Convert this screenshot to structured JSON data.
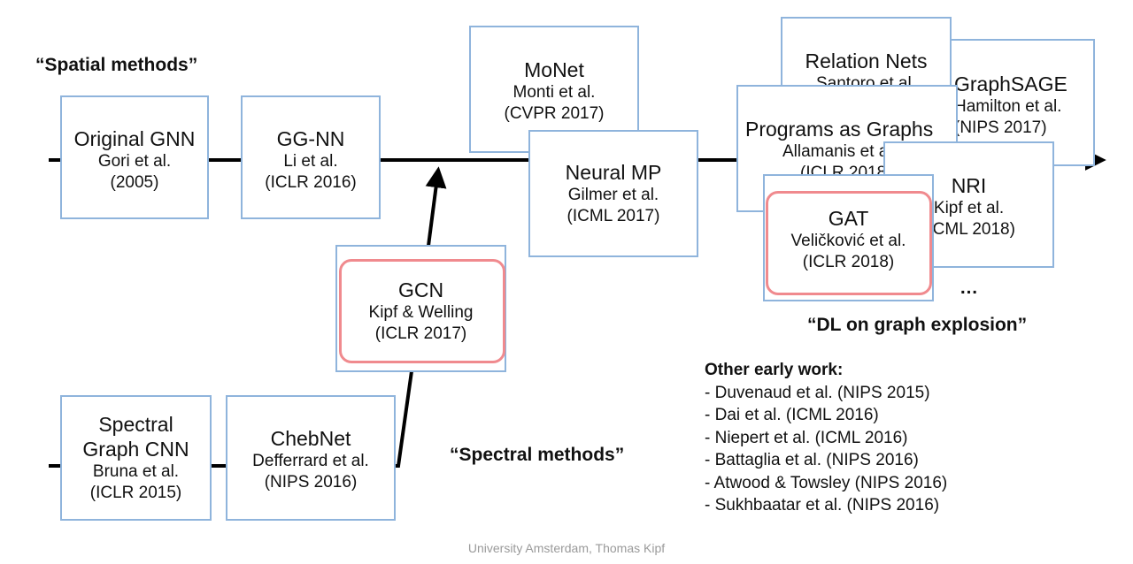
{
  "labels": {
    "spatial": "“Spatial methods”",
    "spectral": "“Spectral methods”",
    "explosion": "“DL on graph explosion”",
    "ellipsis": "…"
  },
  "boxes": {
    "original_gnn": {
      "title": "Original GNN",
      "line1": "Gori et al.",
      "line2": "(2005)"
    },
    "gg_nn": {
      "title": "GG-NN",
      "line1": "Li et al.",
      "line2": "(ICLR 2016)"
    },
    "monet": {
      "title": "MoNet",
      "line1": "Monti et al.",
      "line2": "(CVPR 2017)"
    },
    "neural_mp": {
      "title": "Neural MP",
      "line1": "Gilmer et al.",
      "line2": "(ICML 2017)"
    },
    "gcn": {
      "title": "GCN",
      "line1": "Kipf & Welling",
      "line2": "(ICLR 2017)"
    },
    "spectral_cnn": {
      "title1": "Spectral",
      "title2": "Graph CNN",
      "line1": "Bruna et al.",
      "line2": "(ICLR 2015)"
    },
    "chebnet": {
      "title": "ChebNet",
      "line1": "Defferrard et al.",
      "line2": "(NIPS 2016)"
    },
    "relation_nets": {
      "title": "Relation Nets",
      "line1": "Santoro et al."
    },
    "graphsage": {
      "title": "GraphSAGE",
      "line1": "Hamilton et al.",
      "line2": "(NIPS 2017)"
    },
    "programs_graphs": {
      "title": "Programs as Graphs",
      "line1": "Allamanis et al.",
      "line2": "(ICLR 2018)"
    },
    "nri": {
      "title": "NRI",
      "line1": "Kipf et al.",
      "line2": "(ICML 2018)"
    },
    "gat": {
      "title": "GAT",
      "line1": "Veličković et al.",
      "line2": "(ICLR 2018)"
    }
  },
  "other_work": {
    "heading": "Other early work:",
    "items": [
      "- Duvenaud et al. (NIPS 2015)",
      "- Dai et al. (ICML 2016)",
      "- Niepert et al. (ICML 2016)",
      "- Battaglia et al. (NIPS 2016)",
      "- Atwood & Towsley (NIPS 2016)",
      "- Sukhbaatar et al. (NIPS 2016)"
    ]
  },
  "footer": "University Amsterdam, Thomas Kipf",
  "colors": {
    "box_border": "#8fb4dc",
    "highlight": "#f08a8e",
    "line": "#000000"
  }
}
